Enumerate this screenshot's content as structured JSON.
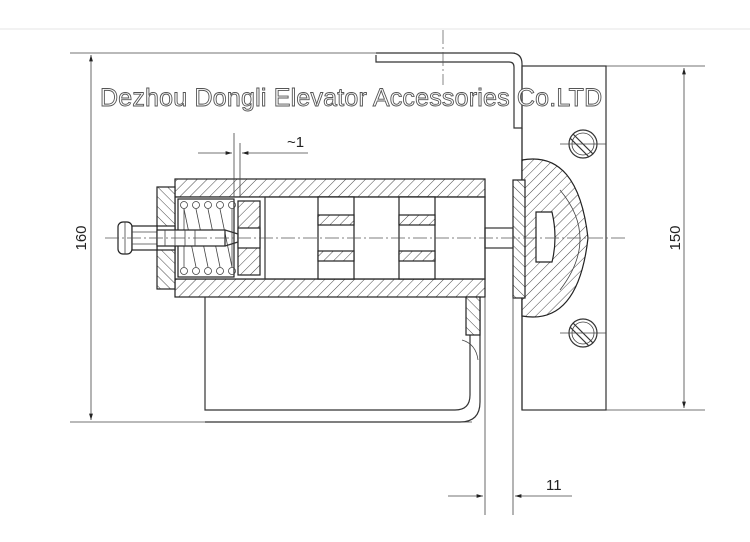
{
  "watermark": "Dezhou Dongli Elevator Accessories Co.LTD",
  "dimensions": {
    "overall_height": "160",
    "bracket_height": "150",
    "plate_offset": "11",
    "spring_gap": "~1"
  },
  "colors": {
    "line": "#222222",
    "background": "#ffffff"
  }
}
